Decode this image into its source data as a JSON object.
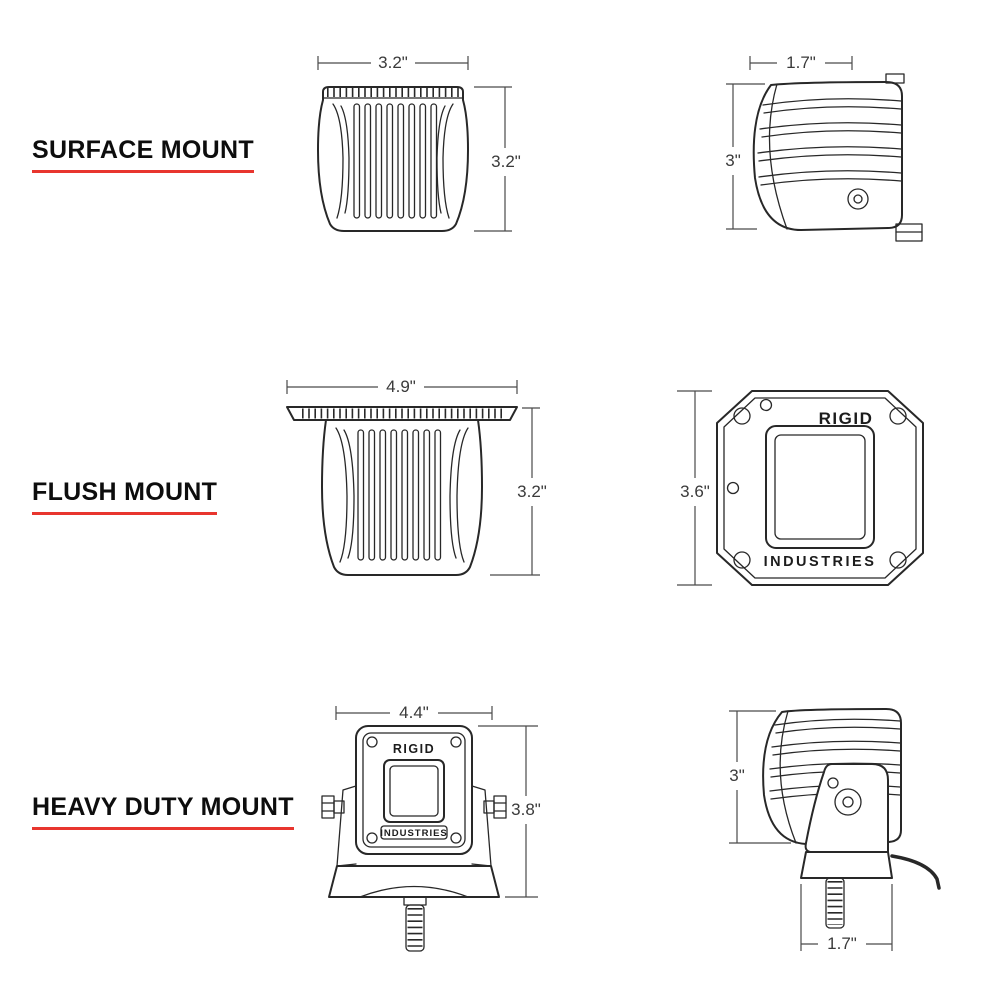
{
  "page": {
    "background": "#ffffff",
    "accent_red": "#e8352e",
    "line_color": "#282828"
  },
  "sections": [
    {
      "label": "SURFACE MOUNT",
      "front_view": {
        "width_dim": "3.2\"",
        "height_dim": "3.2\""
      },
      "side_view": {
        "width_dim": "1.7\"",
        "height_dim": "3\""
      }
    },
    {
      "label": "FLUSH MOUNT",
      "front_view": {
        "width_dim": "4.9\"",
        "height_dim": "3.2\""
      },
      "face_view": {
        "height_dim": "3.6\"",
        "brand_top": "RIGID",
        "brand_bottom": "INDUSTRIES"
      }
    },
    {
      "label": "HEAVY DUTY MOUNT",
      "front_view": {
        "width_dim": "4.4\"",
        "height_dim": "3.8\"",
        "brand_top": "RIGID",
        "brand_bottom": "INDUSTRIES"
      },
      "side_view": {
        "height_dim": "3\"",
        "width_dim": "1.7\""
      }
    }
  ]
}
